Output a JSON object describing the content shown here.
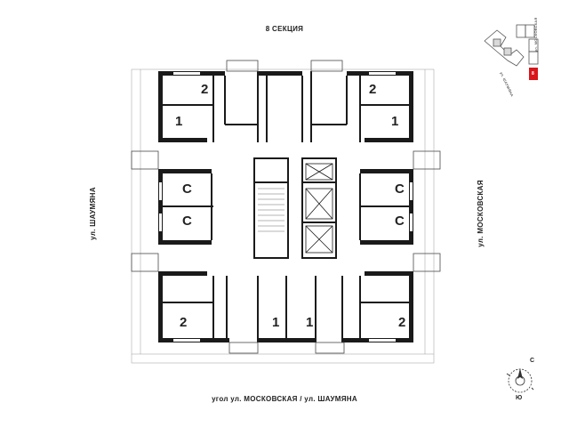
{
  "header": {
    "section_title": "8 СЕКЦИЯ"
  },
  "footer": {
    "corner_caption": "угол ул. МОСКОВСКАЯ / ул. ШАУМЯНА"
  },
  "streets": {
    "left": "ул. ШАУМЯНА",
    "right": "ул. МОСКОВСКАЯ"
  },
  "key_plan": {
    "street_a": "ул. ШАУМЯНА",
    "street_b": "ул. МОСКОВСКАЯ",
    "section_number": "8"
  },
  "compass": {
    "north": "С",
    "south": "Ю"
  },
  "apartments": [
    {
      "id": "apt-nw-2",
      "rooms": "2"
    },
    {
      "id": "apt-nw-1",
      "rooms": "1"
    },
    {
      "id": "apt-ne-2",
      "rooms": "2"
    },
    {
      "id": "apt-ne-1",
      "rooms": "1"
    },
    {
      "id": "apt-w-c1",
      "rooms": "С"
    },
    {
      "id": "apt-w-c2",
      "rooms": "С"
    },
    {
      "id": "apt-e-c1",
      "rooms": "С"
    },
    {
      "id": "apt-e-c2",
      "rooms": "С"
    },
    {
      "id": "apt-sw-2",
      "rooms": "2"
    },
    {
      "id": "apt-s-1a",
      "rooms": "1"
    },
    {
      "id": "apt-s-1b",
      "rooms": "1"
    },
    {
      "id": "apt-se-2",
      "rooms": "2"
    }
  ],
  "colors": {
    "wall": "#1a1a1a",
    "accent": "#d8161b",
    "thin": "#6b6b6b"
  }
}
